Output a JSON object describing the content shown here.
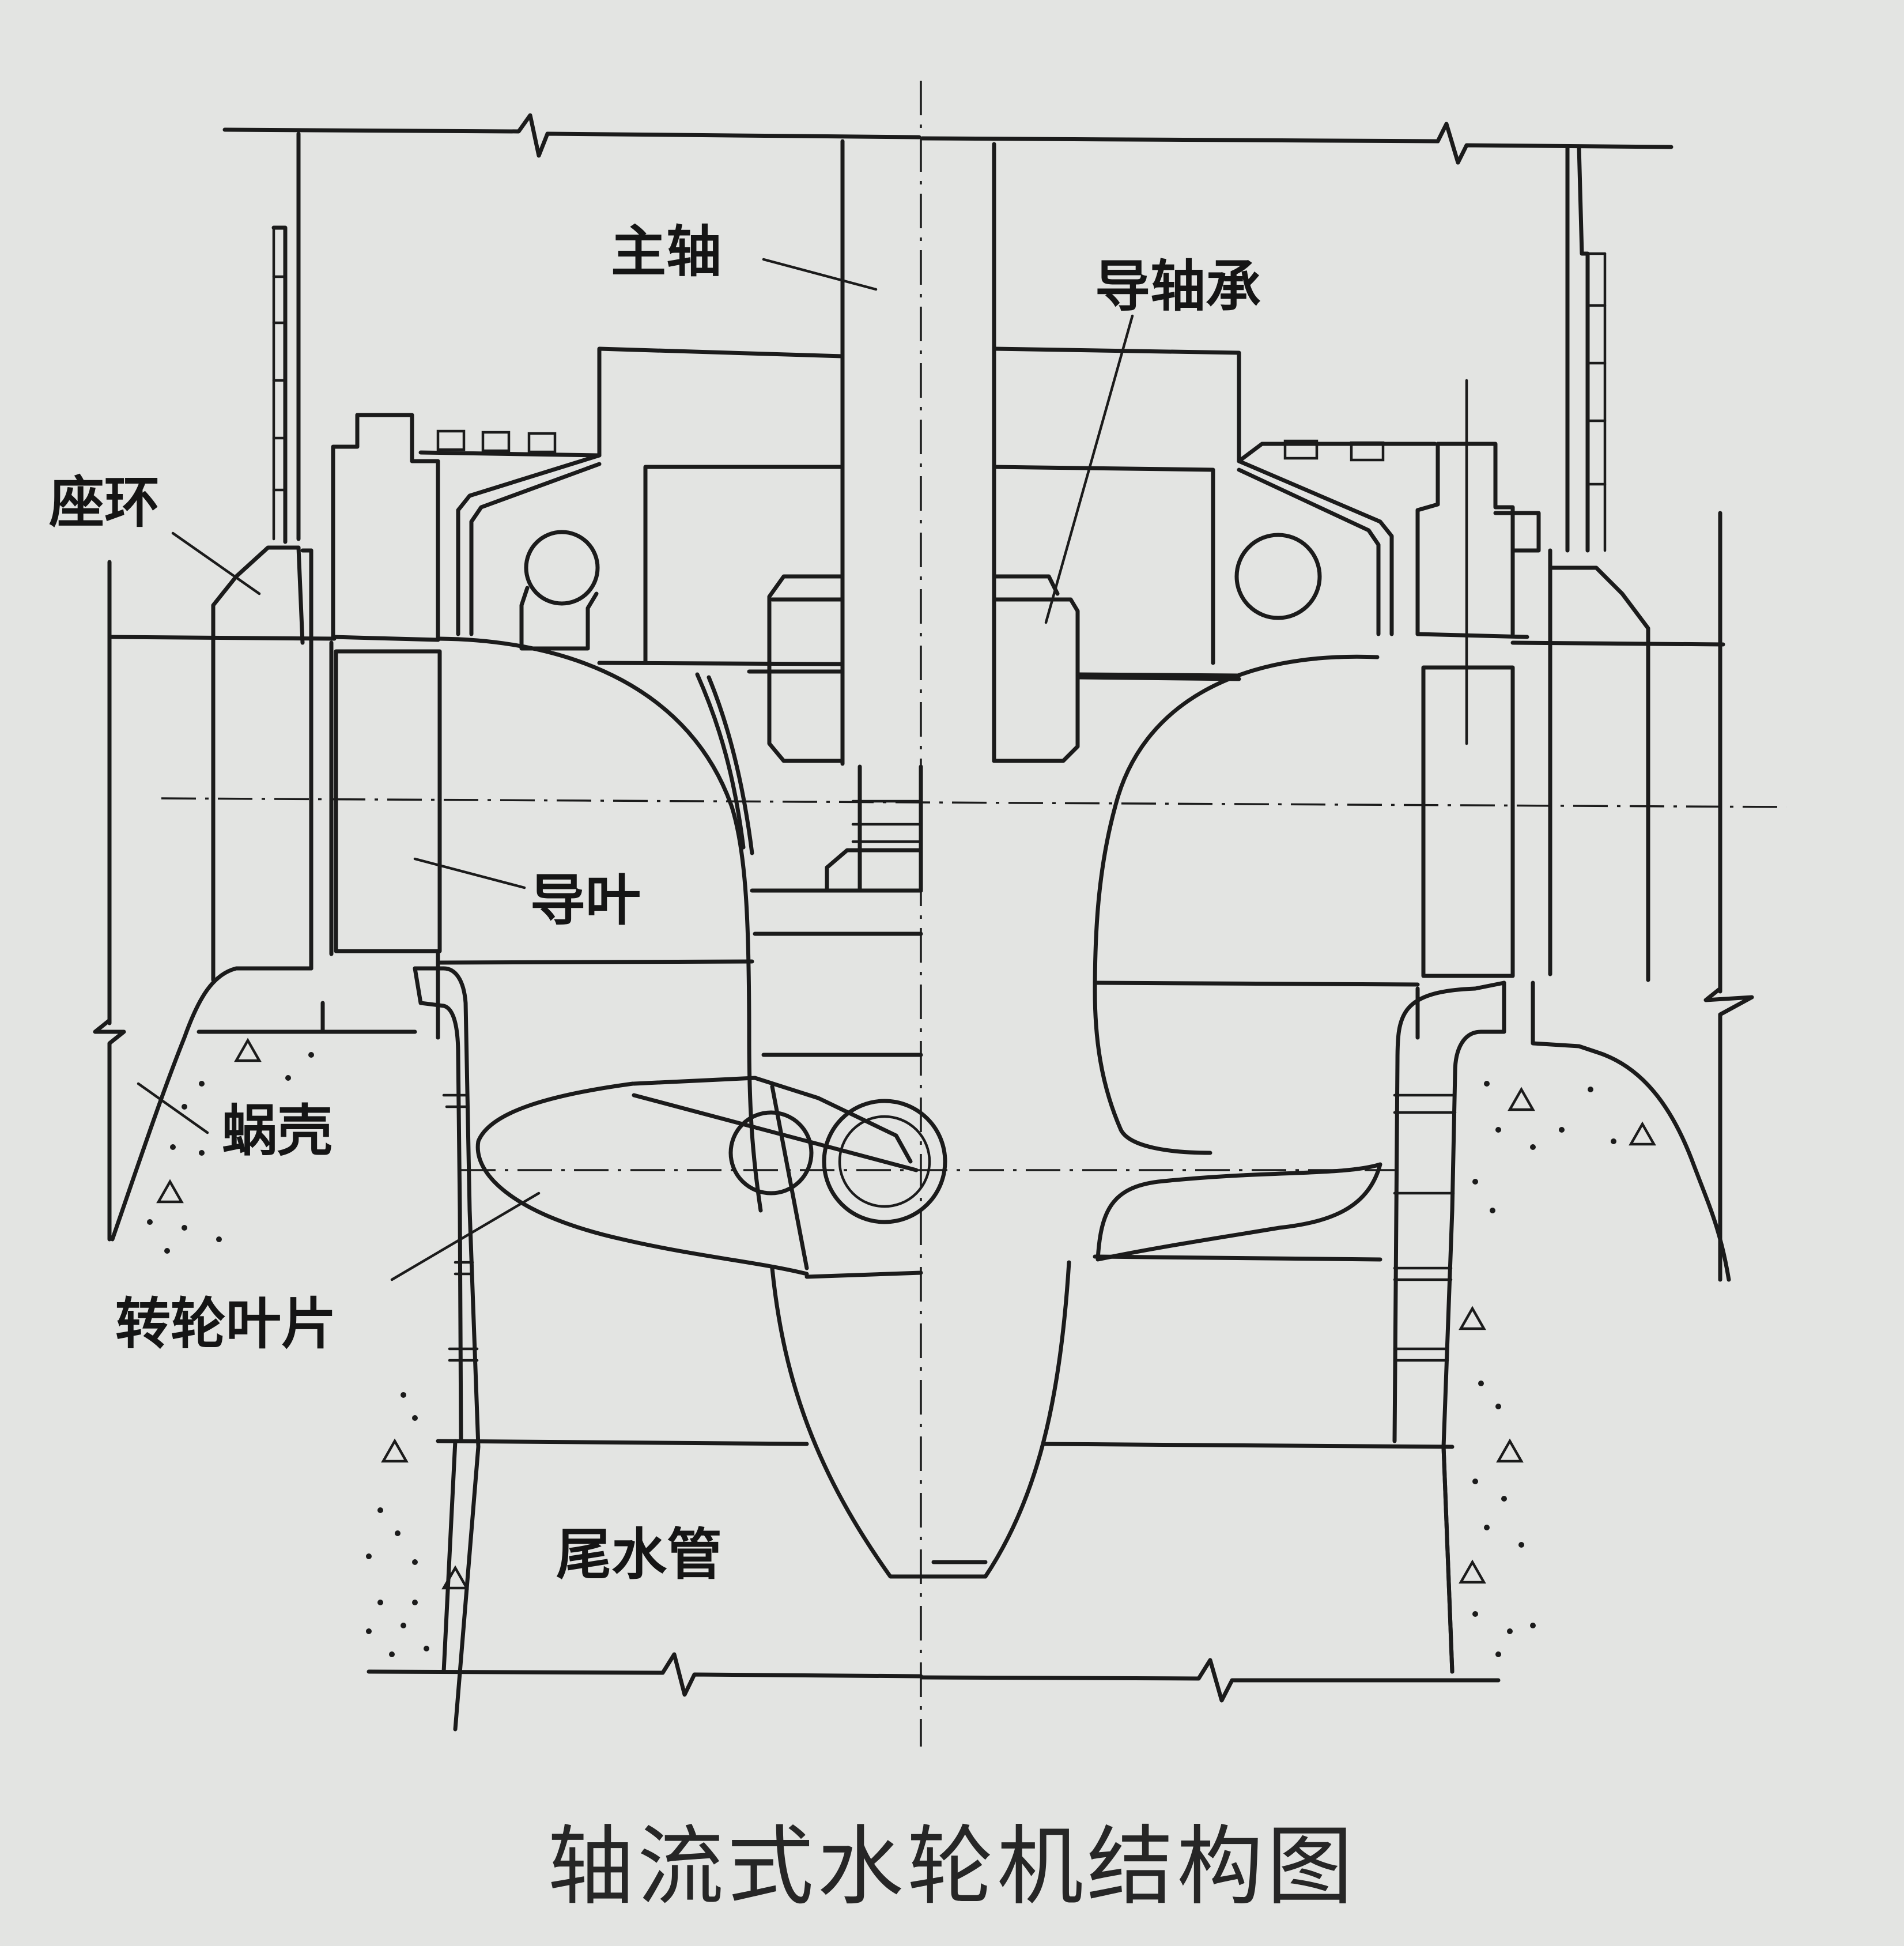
{
  "labels": {
    "main_shaft": "主轴",
    "guide_bearing": "导轴承",
    "seat_ring": "座环",
    "guide_vane": "导叶",
    "spiral_case": "蜗壳",
    "runner_blade": "转轮叶片",
    "draft_tube": "尾水管"
  },
  "caption": "轴流式水轮机结构图"
}
